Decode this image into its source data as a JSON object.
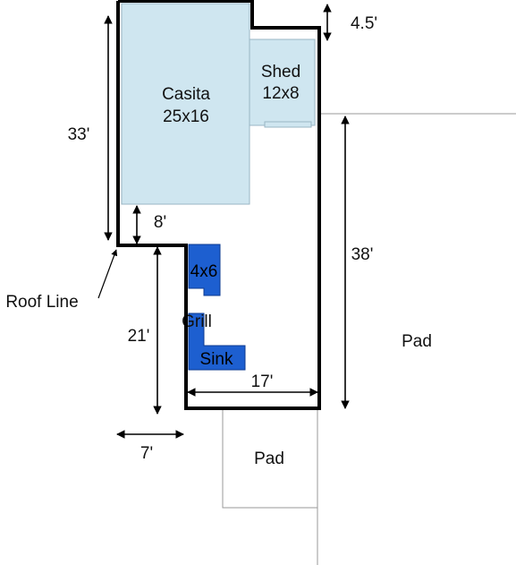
{
  "colors": {
    "room_fill": "#cfe6f0",
    "room_stroke": "#9ab6c4",
    "counter_fill": "#1d5fd0",
    "counter_stroke": "#0d3b91",
    "wall": "#000000",
    "pad_line": "#9a9a9a",
    "dimension": "#000000"
  },
  "rooms": {
    "casita": {
      "name": "Casita",
      "size": "25x16"
    },
    "shed": {
      "name": "Shed",
      "size": "12x8"
    }
  },
  "counters": {
    "top": {
      "label": "4x6"
    },
    "middle": {
      "label": "Grill"
    },
    "bottom": {
      "label": "Sink"
    }
  },
  "pads": {
    "right": {
      "label": "Pad"
    },
    "bottom": {
      "label": "Pad"
    }
  },
  "dimensions": {
    "left_height": "33'",
    "top_offset": "4.5'",
    "step_height": "8'",
    "lower_height": "21'",
    "right_height": "38'",
    "inner_width": "17'",
    "step_width": "7'"
  },
  "annotations": {
    "roof_line": "Roof Line"
  }
}
